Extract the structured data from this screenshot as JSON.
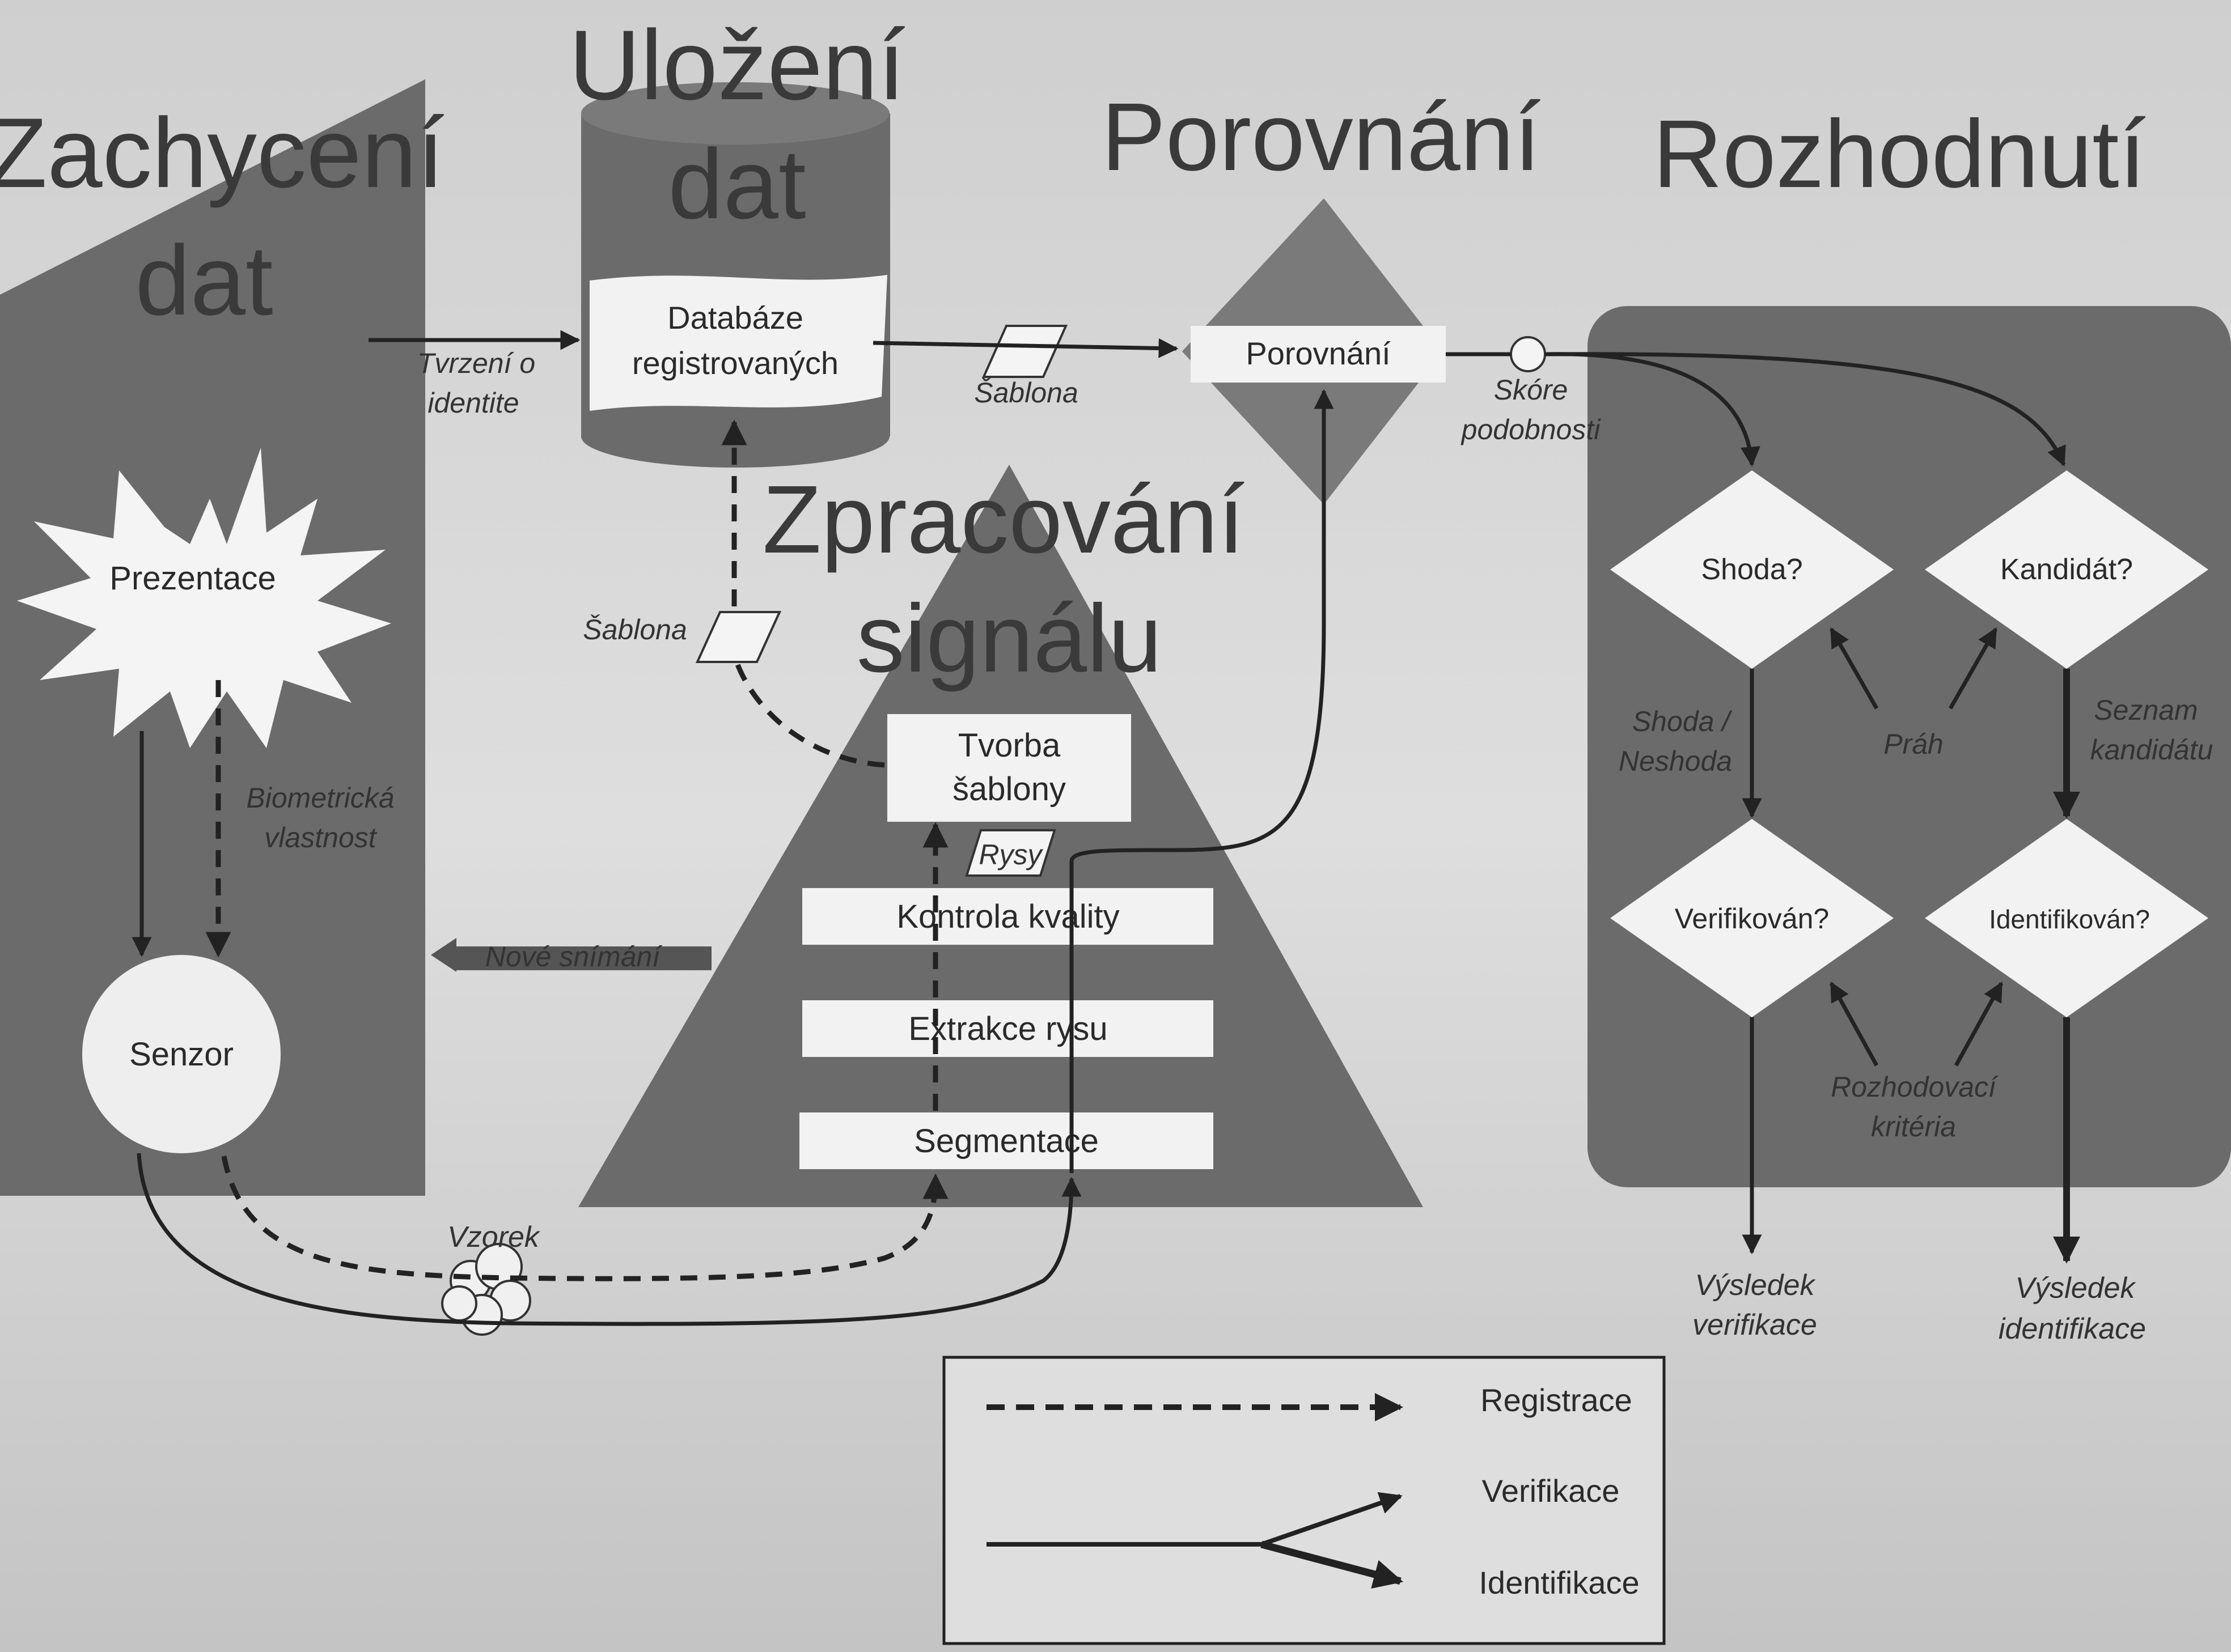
{
  "sections": {
    "capture_line1": "Zachycení",
    "capture_line2": "dat",
    "storage_line1": "Uložení",
    "storage_line2": "dat",
    "comparison": "Porovnání",
    "decision": "Rozhodnutí",
    "processing_line1": "Zpracování",
    "processing_line2": "signálu"
  },
  "nodes": {
    "presentation": "Prezentace",
    "sensor": "Senzor",
    "database_line1": "Databáze",
    "database_line2": "registrovaných",
    "compare_box": "Porovnání",
    "template_creation_line1": "Tvorba",
    "template_creation_line2": "šablony",
    "quality_control": "Kontrola kvality",
    "feature_extraction": "Extrakce rysu",
    "segmentation": "Segmentace",
    "match_q": "Shoda?",
    "candidate_q": "Kandidát?",
    "verified_q": "Verifikován?",
    "identified_q": "Identifikován?"
  },
  "labels": {
    "identity_claim_line1": "Tvrzení o",
    "identity_claim_line2": "identite",
    "template_top": "Šablona",
    "template_left": "Šablona",
    "similarity_line1": "Skóre",
    "similarity_line2": "podobnosti",
    "biometric_line1": "Biometrická",
    "biometric_line2": "vlastnost",
    "sample": "Vzorek",
    "features": "Rysy",
    "rescan": "Nové snímání",
    "match_nomatch_line1": "Shoda /",
    "match_nomatch_line2": "Neshoda",
    "threshold": "Práh",
    "candidate_list_line1": "Seznam",
    "candidate_list_line2": "kandidátu",
    "decision_criteria_line1": "Rozhodovací",
    "decision_criteria_line2": "kritéria",
    "verification_result_line1": "Výsledek",
    "verification_result_line2": "verifikace",
    "identification_result_line1": "Výsledek",
    "identification_result_line2": "identifikace"
  },
  "legend": {
    "registration": "Registrace",
    "verification": "Verifikace",
    "identification": "Identifikace"
  },
  "colors": {
    "background": "#d9d9d9",
    "dark_shape": "#6b6b6b",
    "box_fill": "#f0f0f0",
    "line": "#222222"
  }
}
